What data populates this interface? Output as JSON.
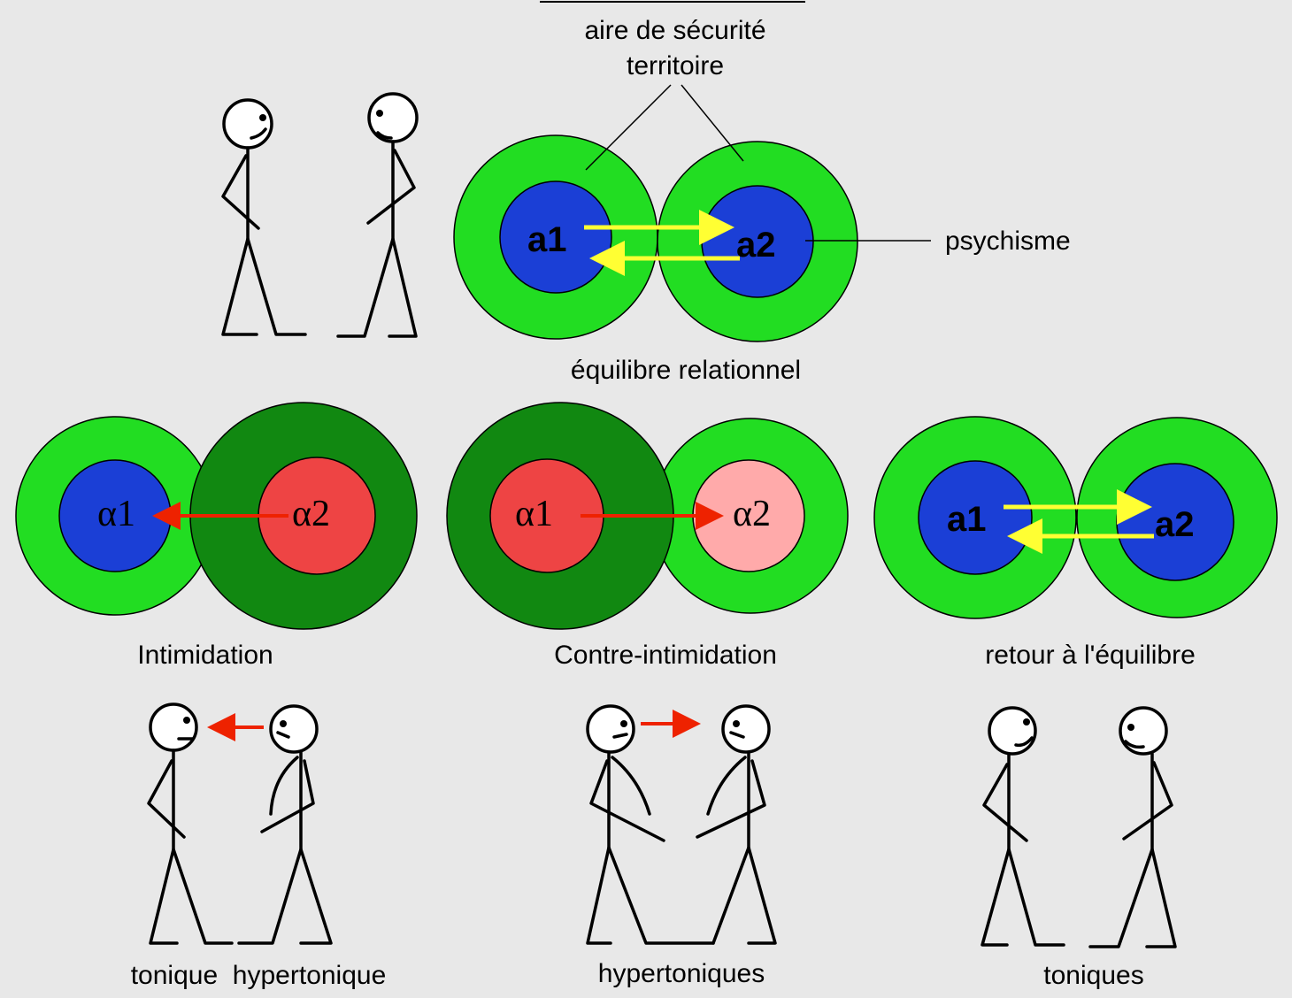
{
  "colors": {
    "background": "#e8e8e8",
    "territory": "#22dd22",
    "territory_dominant": "#118811",
    "psyche_balanced": "#1b3fd6",
    "psyche_intimidating": "#ee4444",
    "psyche_intimidated": "#ffaaaa",
    "exchange_arrow": "#ffff33",
    "pressure_arrow": "#ee2200"
  },
  "top": {
    "label_zone_line1": "aire de sécurité",
    "label_zone_line2": "territoire",
    "label_psyche": "psychisme",
    "a1": "a1",
    "a2": "a2",
    "caption": "équilibre relationnel"
  },
  "scenes": {
    "intimidation": {
      "caption": "Intimidation",
      "left": "α1",
      "right": "α2",
      "figures_caption": "tonique  hypertonique"
    },
    "counter": {
      "caption": "Contre-intimidation",
      "left": "α1",
      "right": "α2",
      "figures_caption": "hypertoniques"
    },
    "return": {
      "caption": "retour à l'équilibre",
      "left": "a1",
      "right": "a2",
      "figures_caption": "toniques"
    }
  }
}
